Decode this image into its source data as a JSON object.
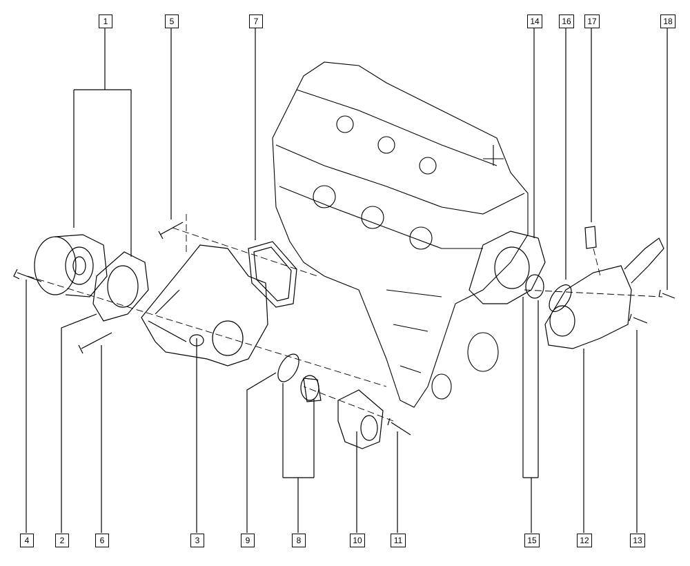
{
  "diagram": {
    "title": "Engine cooling components exploded view",
    "callouts": [
      {
        "id": "c1",
        "text": "1"
      },
      {
        "id": "c2",
        "text": "2"
      },
      {
        "id": "c3",
        "text": "3"
      },
      {
        "id": "c4",
        "text": "4"
      },
      {
        "id": "c5",
        "text": "5"
      },
      {
        "id": "c6",
        "text": "6"
      },
      {
        "id": "c7",
        "text": "7"
      },
      {
        "id": "c8",
        "text": "8"
      },
      {
        "id": "c9",
        "text": "9"
      },
      {
        "id": "c10",
        "text": "10"
      },
      {
        "id": "c11",
        "text": "11"
      },
      {
        "id": "c12",
        "text": "12"
      },
      {
        "id": "c13",
        "text": "13"
      },
      {
        "id": "c14",
        "text": "14"
      },
      {
        "id": "c15",
        "text": "15"
      },
      {
        "id": "c16",
        "text": "16"
      },
      {
        "id": "c17",
        "text": "17"
      },
      {
        "id": "c18",
        "text": "18"
      }
    ],
    "colors": {
      "line": "#000000",
      "background": "#ffffff"
    }
  }
}
